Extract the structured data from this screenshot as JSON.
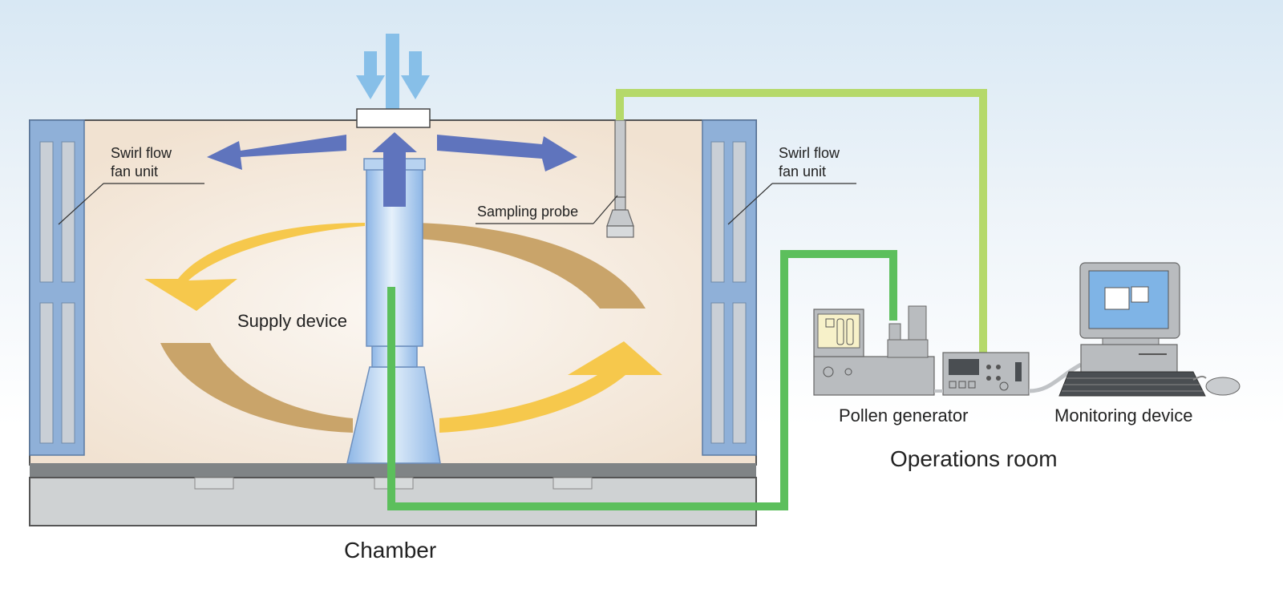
{
  "labels": {
    "swirl_left_line1": "Swirl flow",
    "swirl_left_line2": "fan unit",
    "swirl_right_line1": "Swirl flow",
    "swirl_right_line2": "fan unit",
    "sampling_probe": "Sampling probe",
    "supply_device": "Supply device",
    "pollen_generator": "Pollen generator",
    "monitoring_device": "Monitoring device",
    "operations_room": "Operations room",
    "chamber": "Chamber"
  },
  "colors": {
    "chamber_interior": "#f3e6d7",
    "fan_panel": "#8fb0d8",
    "fan_slot": "#c9cfd6",
    "floor_dark": "#808486",
    "floor_light": "#cfd2d3",
    "airflow_blue": "#5f74bd",
    "inflow_light_blue": "#87bfe8",
    "swirl_yellow": "#f6c84c",
    "swirl_tan": "#c9a46a",
    "supply_tube": "#a7c8ee",
    "green_pipe": "#5cbf5c",
    "lightgreen_pipe": "#b5d96a",
    "device_gray": "#b9bcbf",
    "screen_blue": "#7fb4e6"
  },
  "icons": {
    "inflow": "down-arrows-icon",
    "outflow": "airflow-arrow-icon",
    "monitor": "computer-monitor-icon",
    "keyboard": "keyboard-icon",
    "mouse": "mouse-icon"
  }
}
